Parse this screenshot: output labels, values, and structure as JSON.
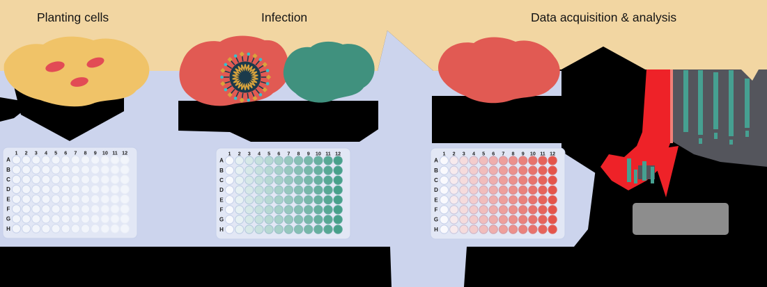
{
  "figure_titles": {
    "section1": "Planting cells",
    "section2": "Infection",
    "section3": "Data acquisition & analysis"
  },
  "plates": [
    {
      "name": "seeded-cells-plate",
      "col_labels": [
        "1",
        "2",
        "3",
        "4",
        "5",
        "6",
        "7",
        "8",
        "9",
        "10",
        "11",
        "12"
      ],
      "row_labels": [
        "A",
        "B",
        "C",
        "D",
        "E",
        "F",
        "G",
        "H"
      ],
      "start_color": "#f2f5fb",
      "end_color": "#f2f5fb",
      "ring_color": "#c7d1ea"
    },
    {
      "name": "virus-serial-dilution-plate",
      "col_labels": [
        "1",
        "2",
        "3",
        "4",
        "5",
        "6",
        "7",
        "8",
        "9",
        "10",
        "11",
        "12"
      ],
      "row_labels": [
        "A",
        "B",
        "C",
        "D",
        "E",
        "F",
        "G",
        "H"
      ],
      "start_color": "#f7f9fd",
      "end_color": "#47a08a",
      "ring_color": "#c7d1ea"
    },
    {
      "name": "infection-readout-plate",
      "col_labels": [
        "1",
        "2",
        "3",
        "4",
        "5",
        "6",
        "7",
        "8",
        "9",
        "10",
        "11",
        "12"
      ],
      "row_labels": [
        "A",
        "B",
        "C",
        "D",
        "E",
        "F",
        "G",
        "H"
      ],
      "start_color": "#f9f9fd",
      "end_color": "#e4544a",
      "ring_color": "#c7d1ea"
    }
  ],
  "palette": {
    "top_band": "#f2d6a2",
    "content_panel": "#ccd4ed",
    "cells_blob": "#f0c368",
    "nucleus": "#e24b55",
    "virus_blob": "#e15a53",
    "virus_capsid": "#1b3a4b",
    "virus_genome": "#d9a33c",
    "virus_spike_tip": "#35c2cc",
    "infected_blob": "#40917e",
    "cpe_blob": "#e15a53",
    "accent_red": "#ee2228",
    "red_stripe": "#f08078",
    "fluorescence_panel": "#54555c",
    "fluorescence_bar": "#46a091",
    "result_box": "#8d8d8d",
    "silhouette": "#000000"
  }
}
